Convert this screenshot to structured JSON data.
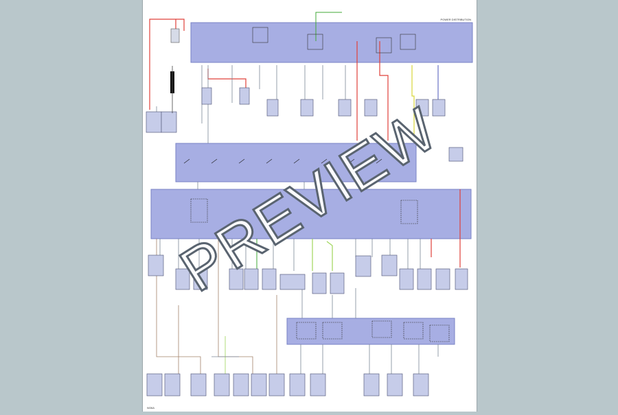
{
  "watermark": "PREVIEW",
  "colors": {
    "background": "#b9c7cb",
    "block_fill": "#a7aee3",
    "block_stroke": "#7a83c4",
    "wire_red": "#e0403a",
    "wire_green": "#41a837",
    "wire_yellow": "#d8d63a",
    "wire_lightgreen": "#9fd65a",
    "wire_blue": "#4b56b8",
    "wire_brown": "#a4826a",
    "wire_gray": "#7b8796",
    "box_fill": "#c6cce9"
  },
  "diagram": {
    "top_right_label": "POWER DISTRIBUTION",
    "bottom_left_label": "W26A"
  }
}
